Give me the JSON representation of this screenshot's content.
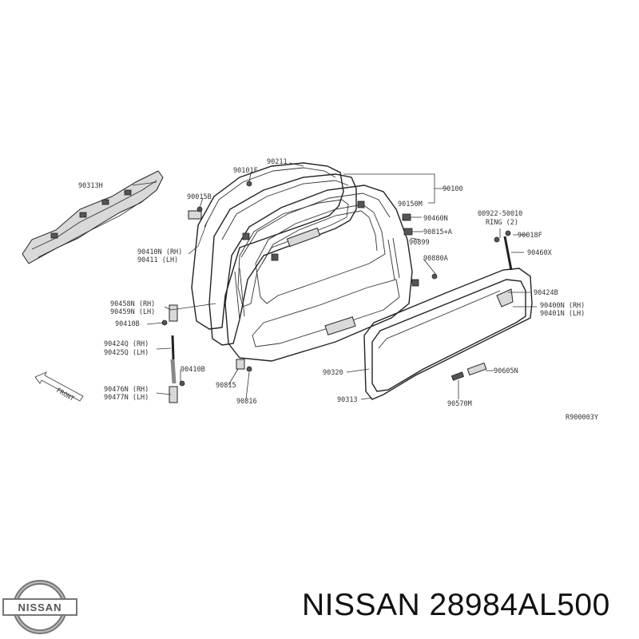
{
  "labels": {
    "p90313H": "90313H",
    "p90211": "90211",
    "p90101F": "90101F",
    "p90100": "90100",
    "p90015B": "90015B",
    "p90150M": "90150M",
    "p90460N": "90460N",
    "p90815A": "90815+A",
    "p90899": "90899",
    "p90410N": "90410N (RH)",
    "p90411": "90411 (LH)",
    "p90880A": "90880A",
    "p90458N": "90458N (RH)",
    "p90459N": "90459N (LH)",
    "p90410B_a": "90410B",
    "p90424Q": "90424Q (RH)",
    "p90425Q": "90425Q (LH)",
    "p90410B_b": "90410B",
    "p90476N": "90476N (RH)",
    "p90477N": "90477N (LH)",
    "p90815": "90815",
    "p90816": "90816",
    "p00922": "00922-50010",
    "ring": "RING (2)",
    "p90018F": "90018F",
    "p90460X": "90460X",
    "p90424B": "90424B",
    "p90400N": "90400N (RH)",
    "p90401N": "90401N (LH)",
    "p90320": "90320",
    "p90313": "90313",
    "p90605N": "90605N",
    "p90570M": "90570M",
    "ref": "R900003Y",
    "front": "FRONT"
  },
  "footer": {
    "title": "NISSAN 28984AL500",
    "logo_text": "NISSAN"
  }
}
